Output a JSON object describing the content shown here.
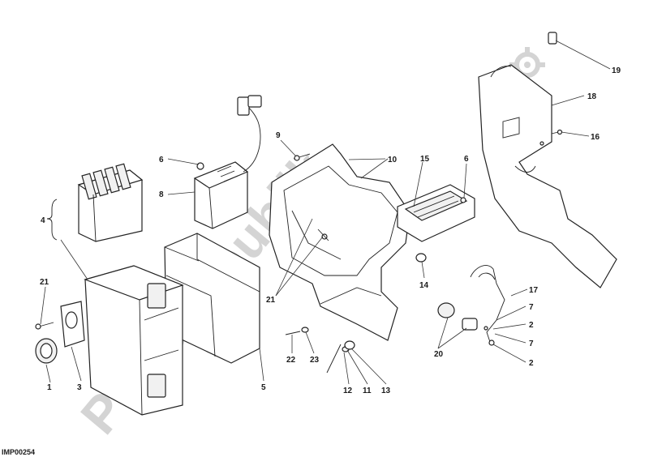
{
  "watermark": "PartsRepublik",
  "diagram_code": "IMP00254",
  "callouts": {
    "c1": "1",
    "c2a": "2",
    "c2b": "2",
    "c3": "3",
    "c4": "4",
    "c5": "5",
    "c6a": "6",
    "c6b": "6",
    "c7a": "7",
    "c7b": "7",
    "c8": "8",
    "c9": "9",
    "c10": "10",
    "c11": "11",
    "c12": "12",
    "c13": "13",
    "c14": "14",
    "c15": "15",
    "c16": "16",
    "c17": "17",
    "c18": "18",
    "c19": "19",
    "c20": "20",
    "c21a": "21",
    "c21b": "21",
    "c22": "22",
    "c23": "23"
  }
}
